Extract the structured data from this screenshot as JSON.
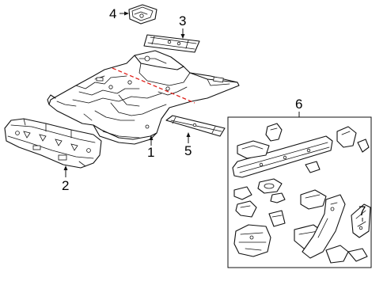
{
  "callouts": [
    {
      "id": "1",
      "text": "1"
    },
    {
      "id": "2",
      "text": "2"
    },
    {
      "id": "3",
      "text": "3"
    },
    {
      "id": "4",
      "text": "4"
    },
    {
      "id": "5",
      "text": "5"
    },
    {
      "id": "6",
      "text": "6"
    },
    {
      "id": "7",
      "text": "7"
    }
  ],
  "colors": {
    "line": "#111111",
    "cut_line": "#e0201a",
    "background": "#ffffff"
  }
}
